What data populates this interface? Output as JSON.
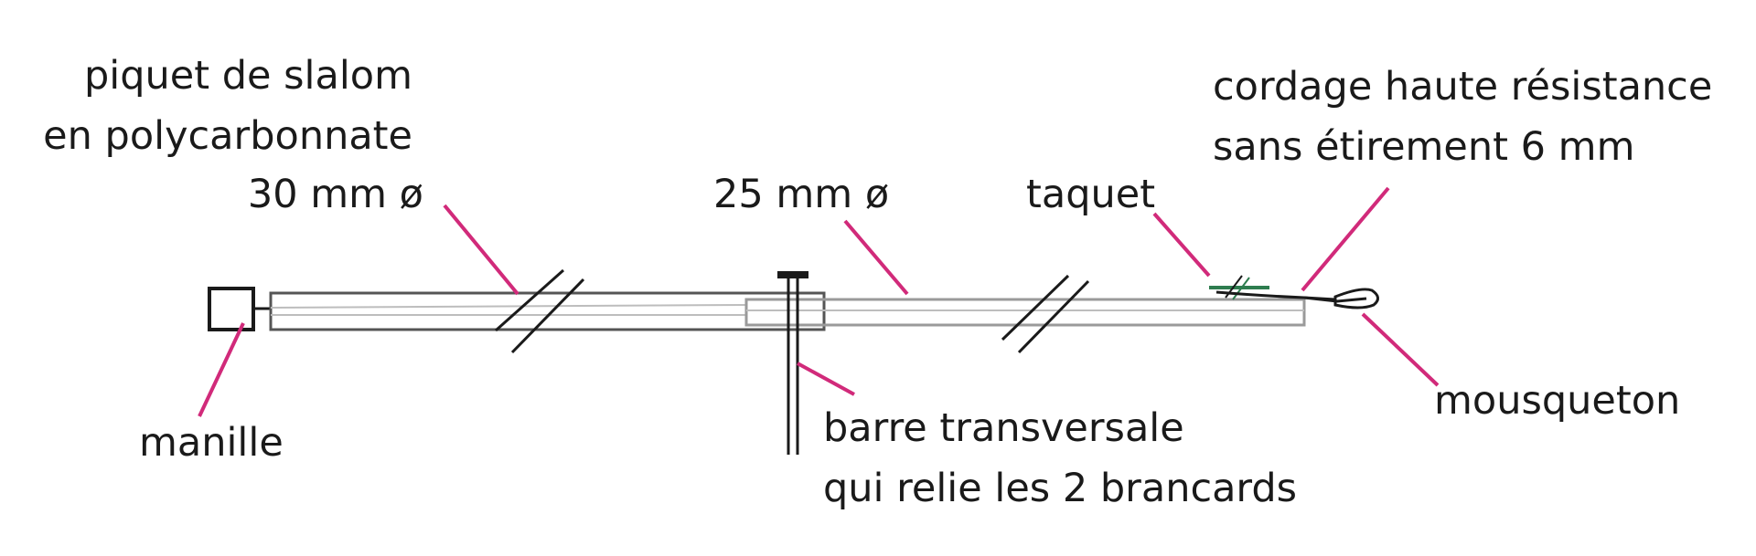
{
  "colors": {
    "leader": "#d12a7a",
    "outline": "#555555",
    "inner": "#bdbdbd",
    "cleat": "#2e7d4f",
    "ink": "#1a1a1a"
  },
  "labels": {
    "pole_material": [
      "piquet de slalom",
      "en polycarbonnate"
    ],
    "diameter_30": "30 mm ø",
    "diameter_25": "25 mm ø",
    "cleat": "taquet",
    "rope": [
      "cordage haute résistance",
      "sans étirement 6 mm"
    ],
    "shackle": "manille",
    "crossbar": [
      "barre transversale",
      "qui relie les 2 brancards"
    ],
    "carabiner": "mousqueton"
  }
}
